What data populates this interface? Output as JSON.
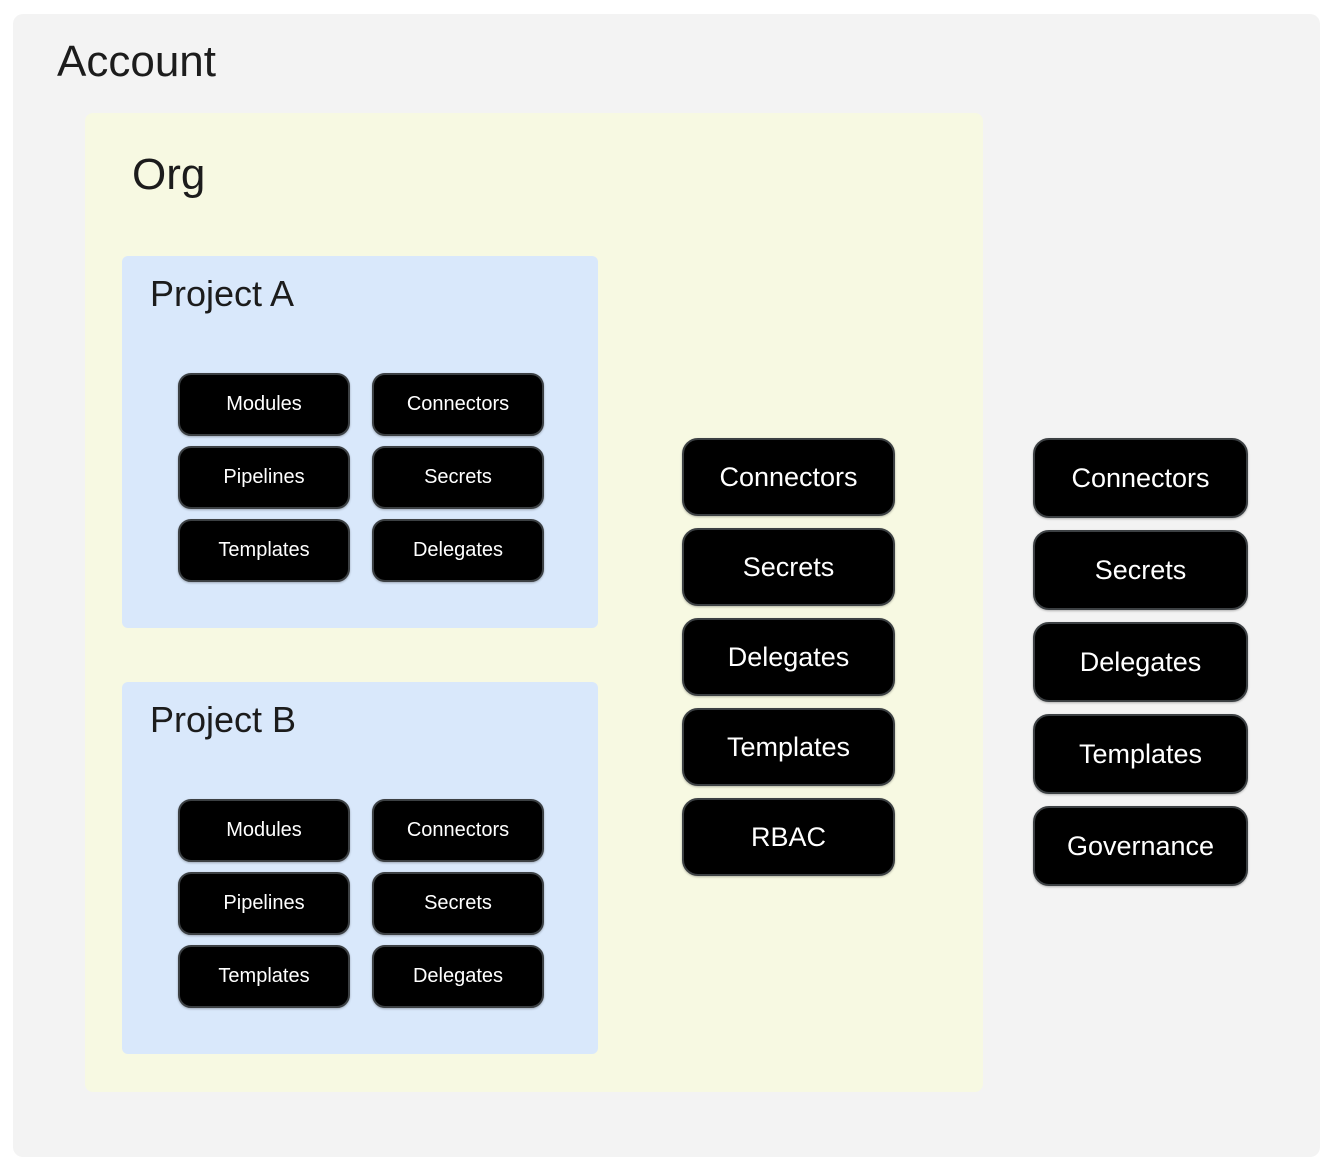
{
  "colors": {
    "page_bg": "#ffffff",
    "account_bg": "#f3f3f3",
    "org_bg": "#f7f9e2",
    "project_bg": "#d9e8fb",
    "node_bg": "#000000",
    "node_border": "#3c4043",
    "node_text": "#ffffff",
    "title_text": "#1c1c1c"
  },
  "account": {
    "label": "Account",
    "buttons": [
      "Connectors",
      "Secrets",
      "Delegates",
      "Templates",
      "Governance"
    ],
    "org": {
      "label": "Org",
      "buttons": [
        "Connectors",
        "Secrets",
        "Delegates",
        "Templates",
        "RBAC"
      ],
      "projects": [
        {
          "label": "Project A",
          "buttons": [
            "Modules",
            "Connectors",
            "Pipelines",
            "Secrets",
            "Templates",
            "Delegates"
          ]
        },
        {
          "label": "Project B",
          "buttons": [
            "Modules",
            "Connectors",
            "Pipelines",
            "Secrets",
            "Templates",
            "Delegates"
          ]
        }
      ]
    }
  }
}
